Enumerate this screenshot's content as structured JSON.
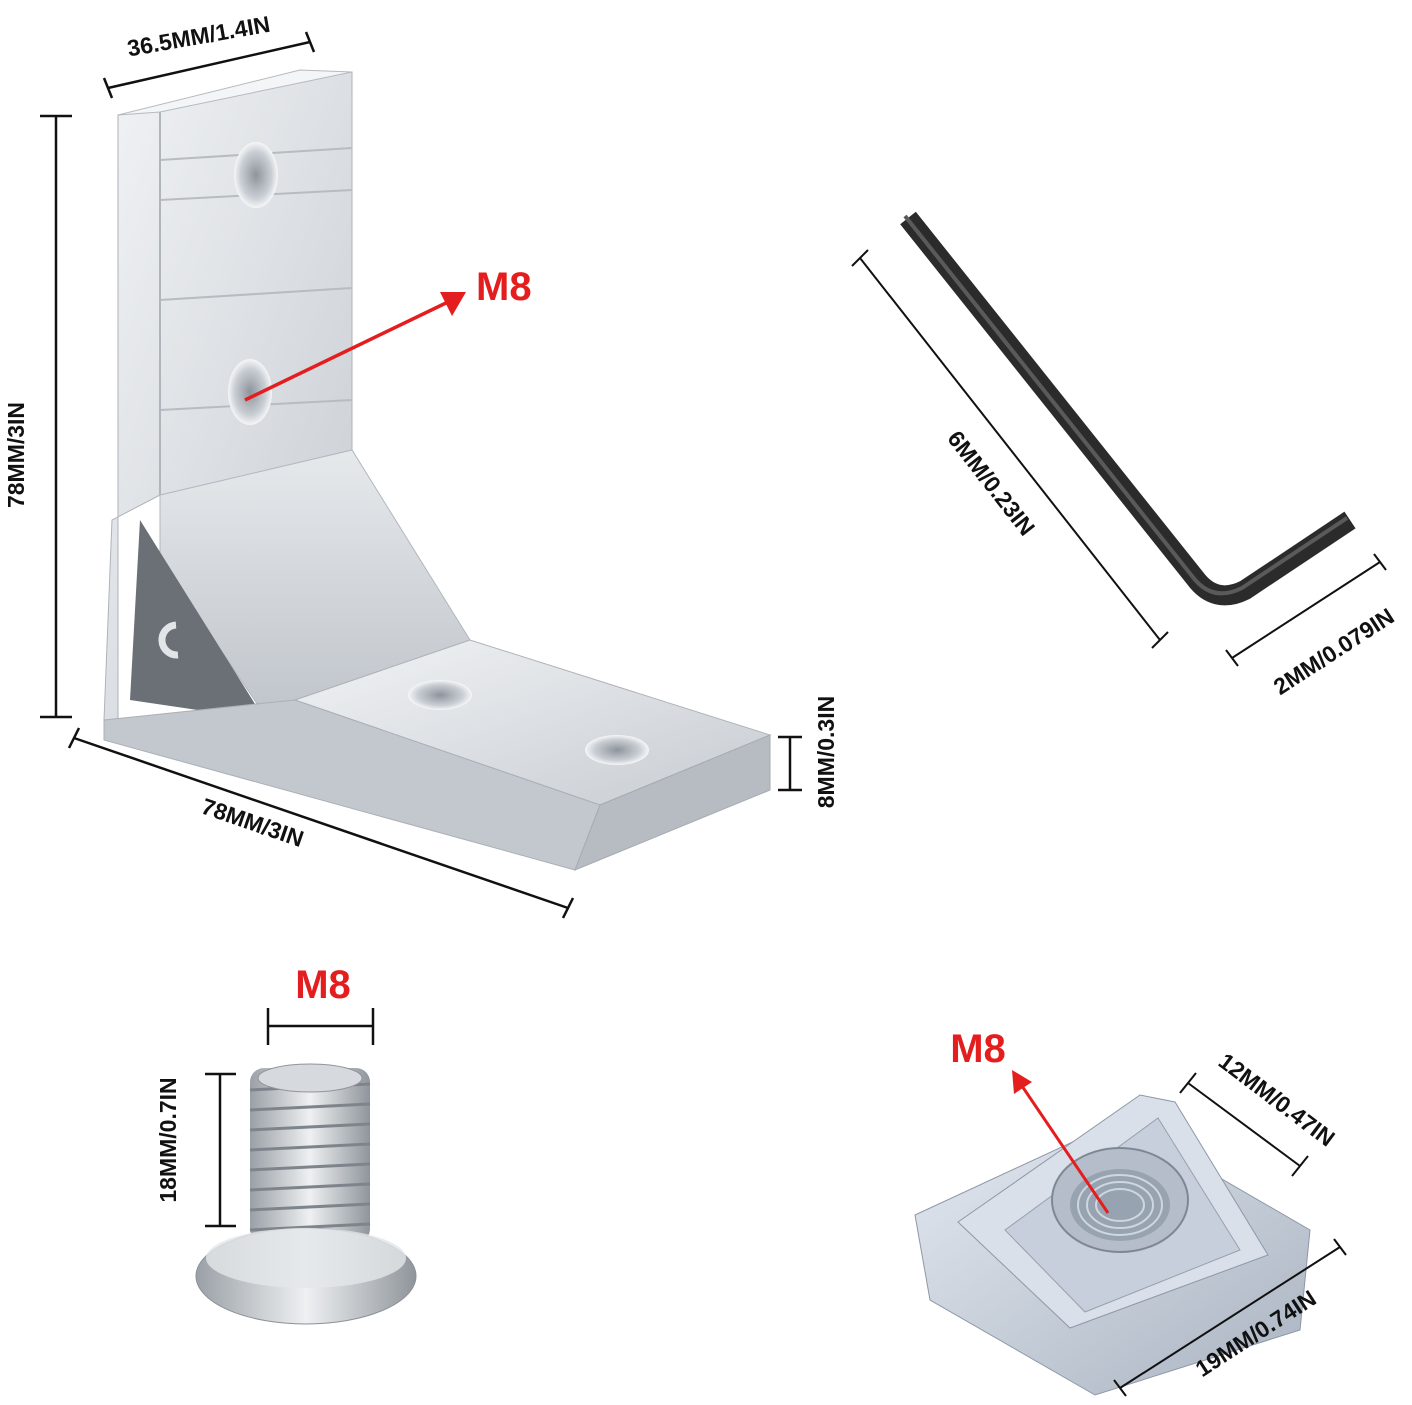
{
  "colors": {
    "dimension_line": "#111111",
    "dimension_text": "#111111",
    "callout_red": "#e41e1e",
    "aluminum": "#d9dde2",
    "steel": "#c8ccd2",
    "zinc": "#cfd7e2",
    "hex_key": "#2b2b2b"
  },
  "bracket": {
    "width_label": "36.5MM/1.4IN",
    "height_label": "78MM/3IN",
    "length_label": "78MM/3IN",
    "thickness_label": "8MM/0.3IN",
    "hole_callout": "M8"
  },
  "hex_key": {
    "long_label": "6MM/0.23IN",
    "short_label": "2MM/0.079IN"
  },
  "screw": {
    "thread_callout": "M8",
    "length_label": "18MM/0.7IN"
  },
  "t_nut": {
    "thread_callout": "M8",
    "width_label": "12MM/0.47IN",
    "length_label": "19MM/0.74IN"
  }
}
